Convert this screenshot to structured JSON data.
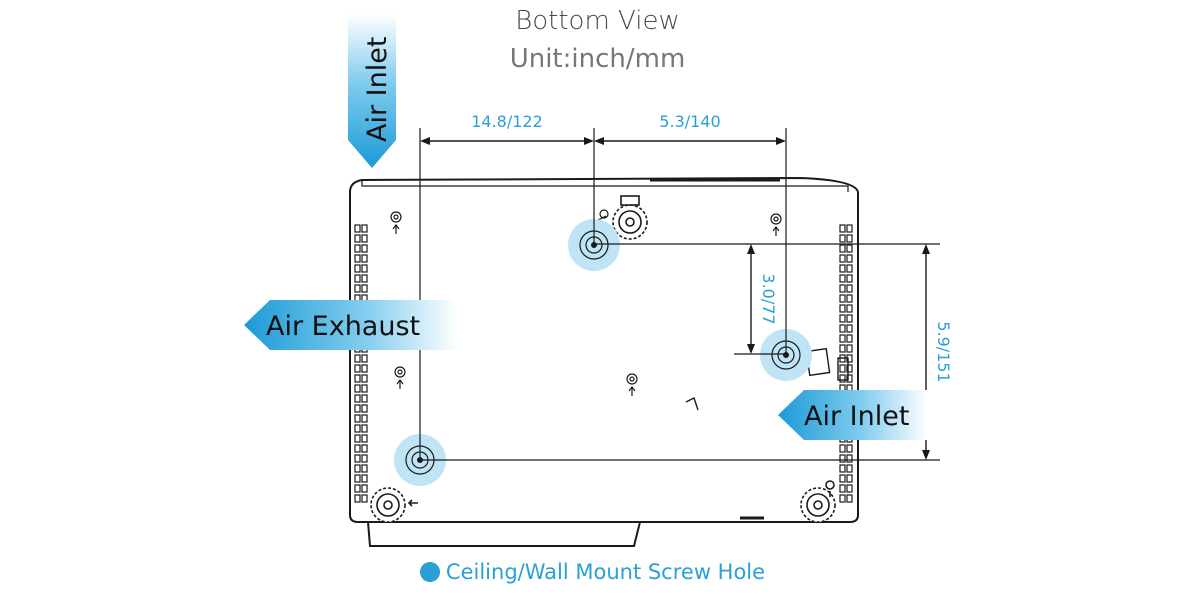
{
  "header": {
    "title": "Bottom View",
    "subtitle": "Unit:inch/mm"
  },
  "dimensions": {
    "top_left": "14.8/122",
    "top_right": "5.3/140",
    "vertical_inner": "3.0/77",
    "vertical_outer": "5.9/151"
  },
  "labels": {
    "air_inlet_top": "Air Inlet",
    "air_exhaust": "Air Exhaust",
    "air_inlet_right": "Air Inlet"
  },
  "legend": {
    "text": "Ceiling/Wall Mount Screw Hole"
  },
  "colors": {
    "accent": "#2aa0d6",
    "screw_halo": "#bfe4f6",
    "outline": "#1a1a1a"
  }
}
